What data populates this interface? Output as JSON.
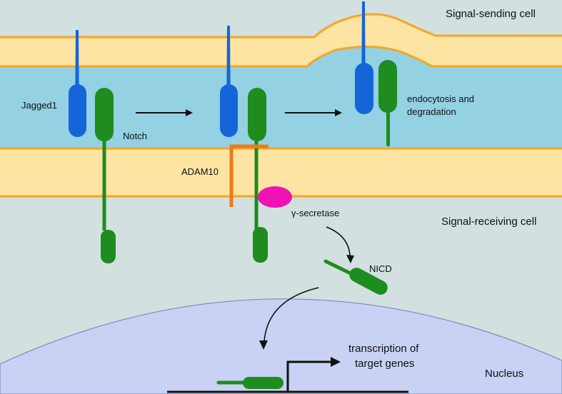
{
  "labels": {
    "signal_sending_cell": "Signal-sending cell",
    "signal_receiving_cell": "Signal-receiving cell",
    "nucleus": "Nucleus",
    "jagged1": "Jagged1",
    "notch": "Notch",
    "adam10": "ADAM10",
    "gamma_secretase": "γ-secretase",
    "nicd": "NICD",
    "endocytosis_line1": "endocytosis and",
    "endocytosis_line2": "degradation",
    "transcription_line1": "transcription of",
    "transcription_line2": "target genes"
  },
  "colors": {
    "background": "#d3e0e0",
    "membrane": "#fde4a2",
    "membrane_edge": "#f5a623",
    "intercellular_space": "#93d1e3",
    "nucleus": "#c9d2f4",
    "jagged1": "#1565d8",
    "notch": "#1e8c1e",
    "adam10": "#f07a1a",
    "gamma_secretase": "#f012b4"
  }
}
